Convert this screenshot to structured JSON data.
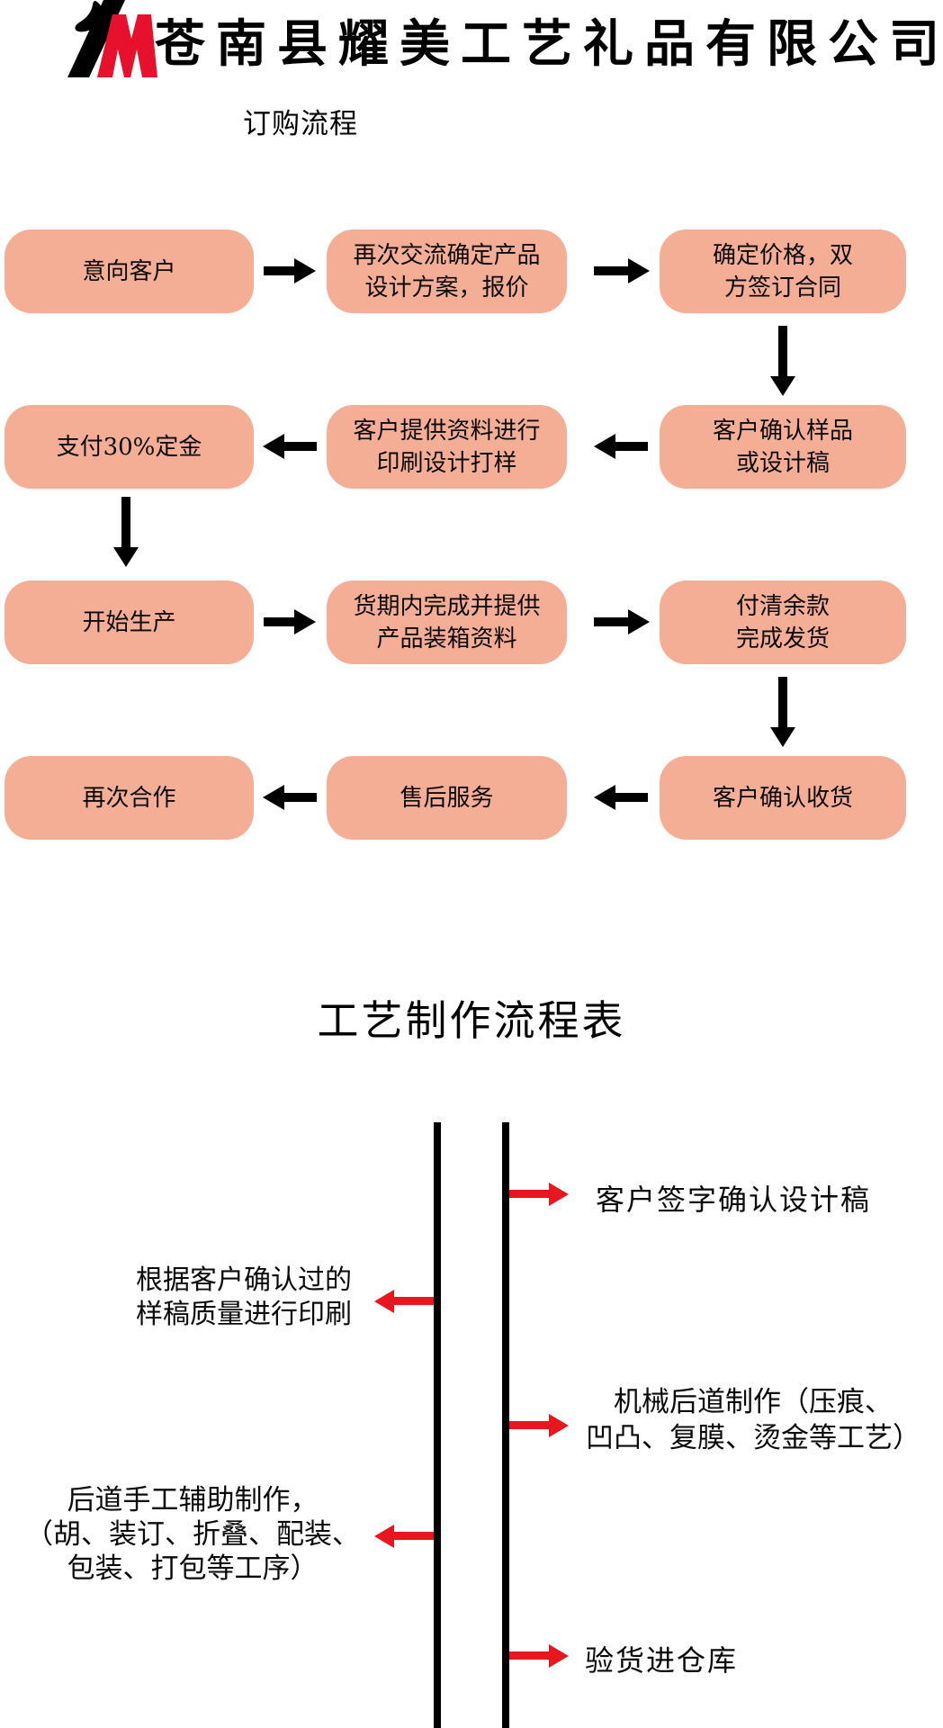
{
  "header": {
    "company_name": "苍南县耀美工艺礼品有限公司",
    "logo": {
      "monogram": "YM",
      "leaf_color": "#000000",
      "m_color": "#E8112D"
    }
  },
  "order_flow": {
    "title": "订购流程",
    "rows": [
      {
        "direction": "right",
        "boxes": [
          {
            "lines": [
              "意向客户",
              ""
            ]
          },
          {
            "lines": [
              "再次交流确定产品",
              "设计方案，报价"
            ]
          },
          {
            "lines": [
              "确定价格，双",
              "方签订合同"
            ]
          }
        ]
      },
      {
        "direction": "left",
        "boxes": [
          {
            "lines": [
              "支付30%定金",
              ""
            ]
          },
          {
            "lines": [
              "客户提供资料进行",
              "印刷设计打样"
            ]
          },
          {
            "lines": [
              "客户确认样品",
              "或设计稿"
            ]
          }
        ]
      },
      {
        "direction": "right",
        "boxes": [
          {
            "lines": [
              "开始生产",
              ""
            ]
          },
          {
            "lines": [
              "货期内完成并提供",
              "产品装箱资料"
            ]
          },
          {
            "lines": [
              "付清余款",
              "完成发货"
            ]
          }
        ]
      },
      {
        "direction": "left",
        "boxes": [
          {
            "lines": [
              "再次合作",
              ""
            ]
          },
          {
            "lines": [
              "售后服务",
              ""
            ]
          },
          {
            "lines": [
              "客户确认收货",
              ""
            ]
          }
        ]
      }
    ]
  },
  "craft_flow": {
    "title": "工艺制作流程表",
    "items": [
      {
        "side": "right",
        "lines": [
          "客户签字确认设计稿",
          "",
          ""
        ]
      },
      {
        "side": "left",
        "lines": [
          "根据客户确认过的",
          "样稿质量进行印刷",
          ""
        ]
      },
      {
        "side": "right",
        "lines": [
          "机械后道制作（压痕、",
          "凹凸、复膜、烫金等工艺）",
          ""
        ]
      },
      {
        "side": "left",
        "lines": [
          "后道手工辅助制作，",
          "（胡、装订、折叠、配装、",
          "包装、打包等工序）"
        ]
      },
      {
        "side": "right",
        "lines": [
          "验货进仓库",
          "",
          ""
        ]
      }
    ]
  },
  "colors": {
    "box_fill": "#F5AE96",
    "black": "#000000",
    "red_arrow": "#E8161F",
    "logo_red": "#E8112D"
  }
}
